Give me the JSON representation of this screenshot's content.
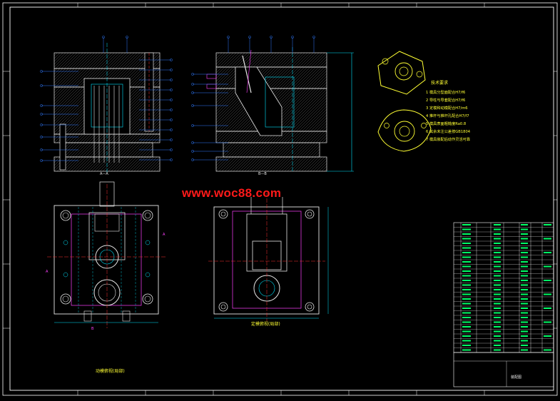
{
  "watermark": {
    "text": "www.woc88.com",
    "color": "#ff1a1a"
  },
  "colors": {
    "background": "#000000",
    "frame": "#ffffff",
    "outline": "#e8e8e8",
    "hatch": "#8a8a8a",
    "dim": "#00e5ff",
    "leader": "#2f7bff",
    "center": "#ff3030",
    "section": "#ff40ff",
    "part": "#ffff33",
    "note": "#ffff33",
    "table": "#ffffff",
    "table_text": "#00ff66"
  },
  "views": {
    "section_aa_caption": "A—A",
    "section_bb_caption": "B—B",
    "fixed_plate_caption": "动模俯视(局部)",
    "moving_plate_caption": "定模俯视(局部)",
    "cut_mark": "A",
    "cut_mark_b": "B"
  },
  "tech_notes": {
    "title": "技术要求",
    "items": [
      "1 模具分型面配合H7/f6",
      "2 导柱与导套配合H7/f6",
      "3 定模和动模配合H7/m6",
      "4 推杆与推杆孔配合H7/f7",
      "5 模具表面粗糙度Ra0.8",
      "6 其余未注公差按GB1804",
      "7 模具装配后动作灵活可靠"
    ]
  },
  "parts_table": {
    "rows": 28,
    "title_block_label": "装配图"
  }
}
